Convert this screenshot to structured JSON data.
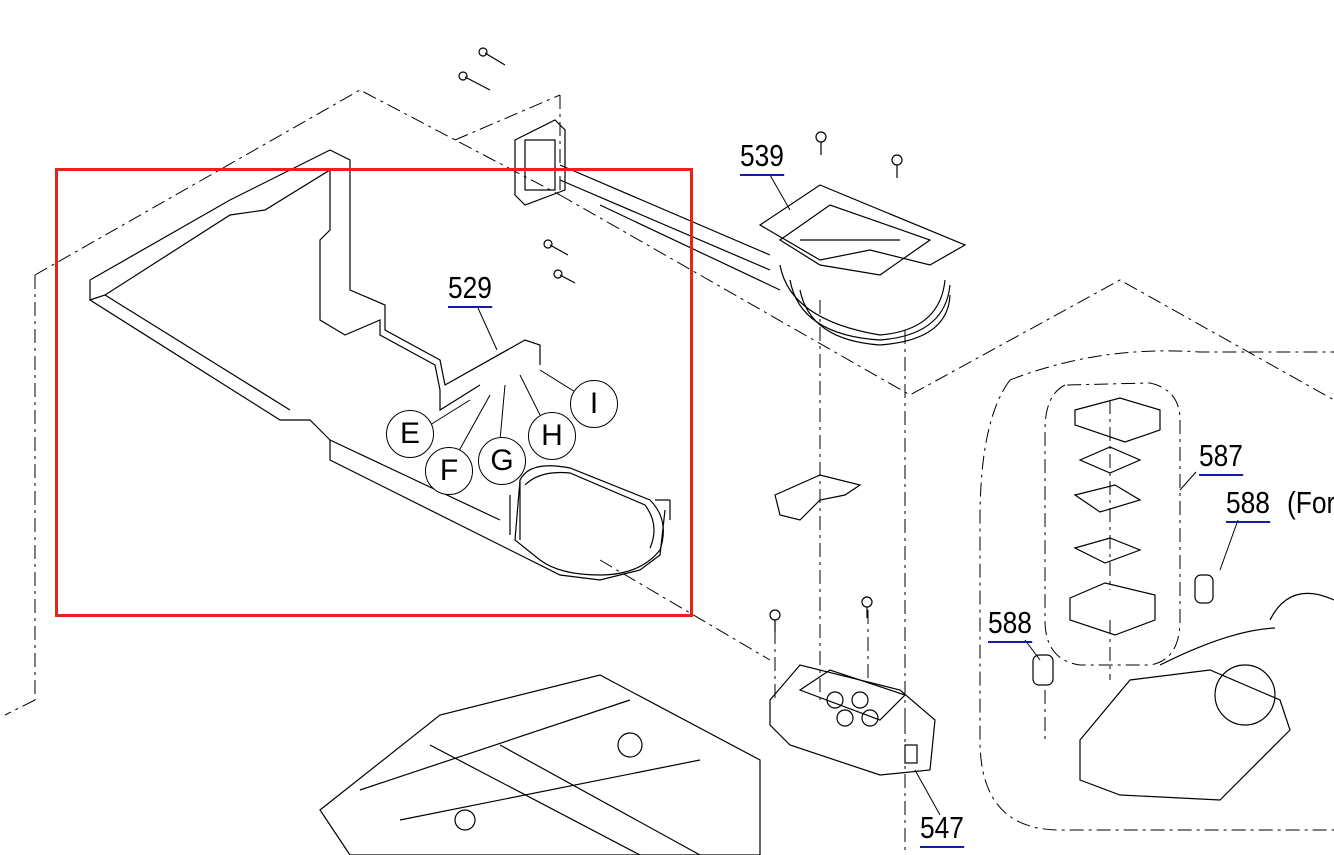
{
  "diagram": {
    "highlight_color": "#e8231a",
    "link_color": "#1a1aa8",
    "part_numbers": {
      "p539": "539",
      "p529": "529",
      "p587": "587",
      "p588a": "588",
      "p588b": "588",
      "p547": "547"
    },
    "note_588": "(For",
    "connectors": {
      "E": "E",
      "F": "F",
      "G": "G",
      "H": "H",
      "I": "I"
    }
  }
}
